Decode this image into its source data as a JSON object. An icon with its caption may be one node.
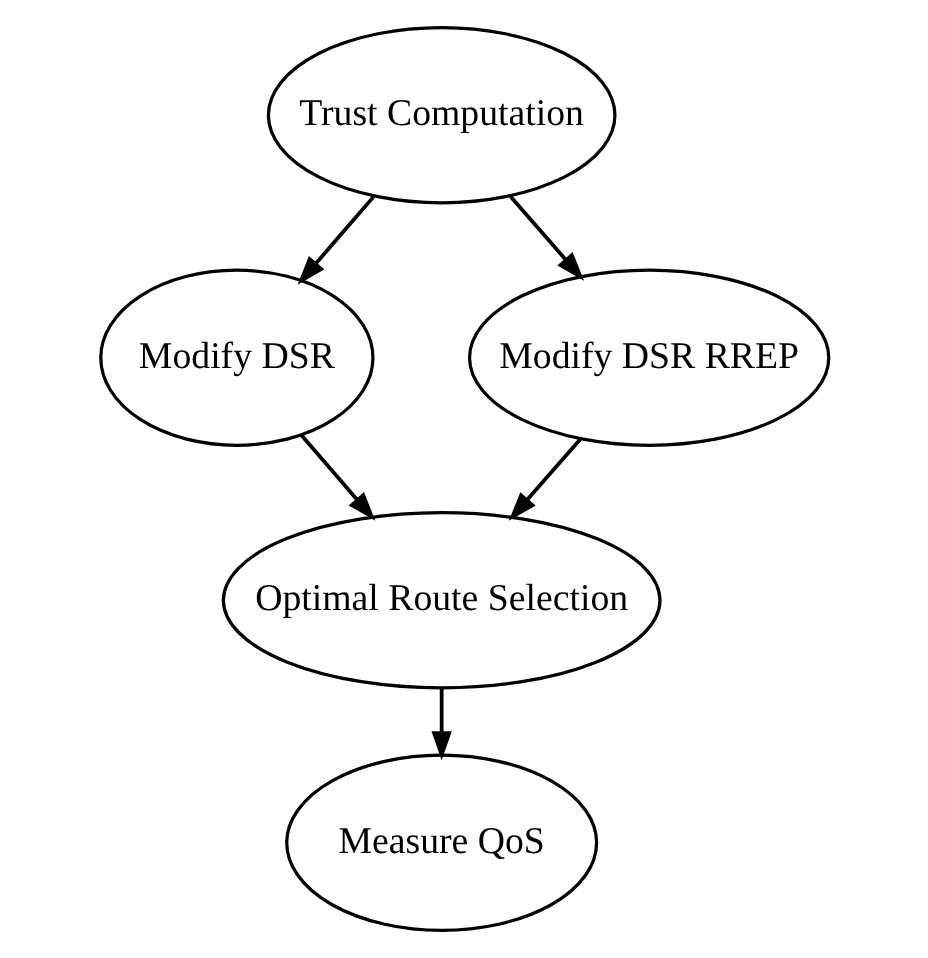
{
  "diagram": {
    "nodes": [
      {
        "text": [
          "Trust Computation"
        ]
      },
      {
        "text": [
          "Modify DSR"
        ]
      },
      {
        "text": [
          "Modify DSR RREP"
        ]
      },
      {
        "text": [
          "Optimal Route Selection"
        ]
      },
      {
        "text": [
          "Measure QoS"
        ]
      }
    ],
    "edges": [
      {
        "from": 0,
        "to": 1,
        "arrow": "to"
      },
      {
        "from": 0,
        "to": 2,
        "arrow": "to"
      },
      {
        "from": 1,
        "to": 3,
        "arrow": "to"
      },
      {
        "from": 2,
        "to": 3,
        "arrow": "to"
      },
      {
        "from": 3,
        "to": 4,
        "arrow": "to"
      }
    ]
  }
}
